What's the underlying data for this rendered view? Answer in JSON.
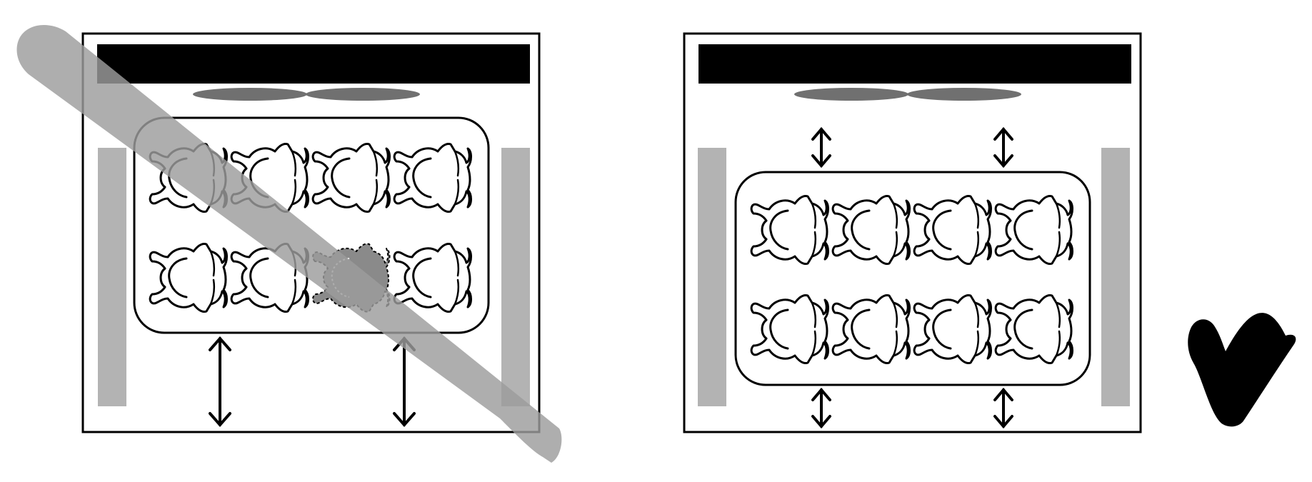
{
  "figure": {
    "panels": [
      {
        "id": "incorrect",
        "verdict": "incorrect",
        "verdict_mark": "prohibition-slash",
        "tray_rows": 2,
        "tray_cols": 4,
        "faded_item": {
          "row": 1,
          "col": 2
        },
        "tray_position": "raised-high",
        "arrow_placement": "below-tray-only"
      },
      {
        "id": "correct",
        "verdict": "correct",
        "verdict_mark": "check-mark",
        "tray_rows": 2,
        "tray_cols": 4,
        "faded_item": null,
        "tray_position": "centered",
        "arrow_placement": "above-and-below-tray"
      }
    ],
    "icons": {
      "oven-cavity": "oven-cavity-icon",
      "broiler": "top-heating-element-icon",
      "side-element": "side-heating-element-icon",
      "tray": "roasting-tray-icon",
      "poultry": "poultry-carcass-icon",
      "spacing": "double-arrow-icon",
      "wrong": "prohibition-slash-icon",
      "right": "check-mark-icon"
    },
    "colors": {
      "outline": "#000000",
      "heating_element": "#000000",
      "top_element_glow": "#707070",
      "side_element": "#b3b3b3",
      "prohibition_slash": "#9c9c9c",
      "background": "#ffffff"
    }
  }
}
